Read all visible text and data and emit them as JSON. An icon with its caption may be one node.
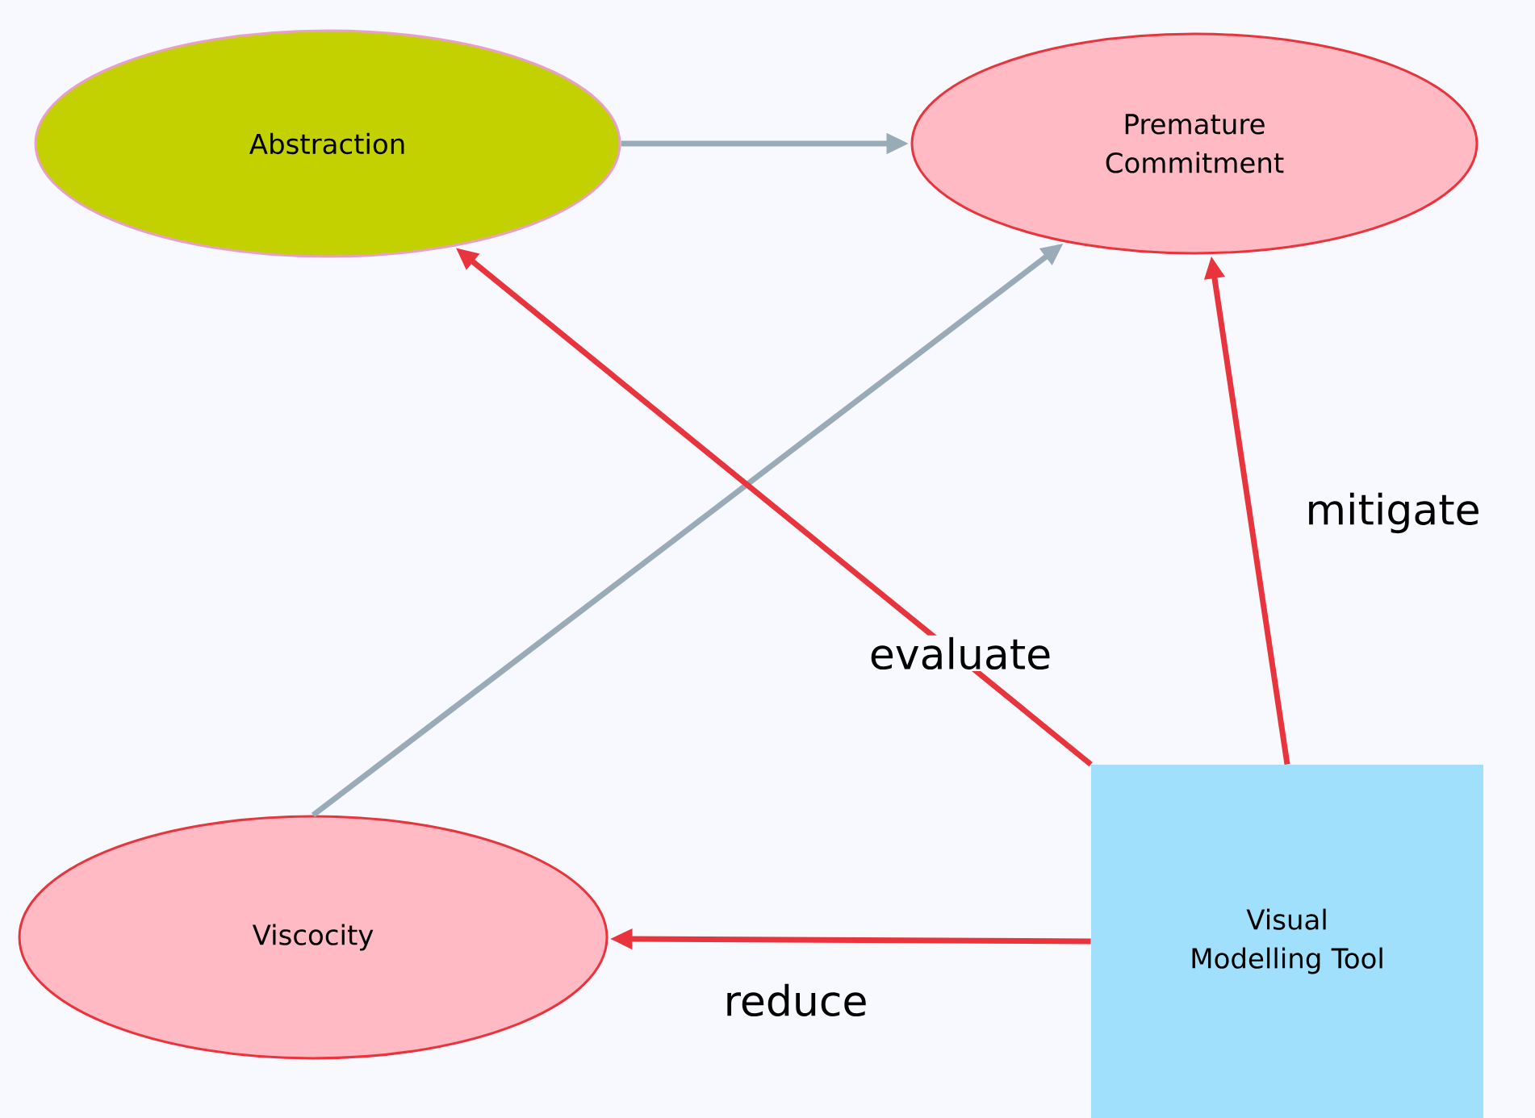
{
  "diagram": {
    "nodes": [
      {
        "text": [
          "Abstraction"
        ]
      },
      {
        "text": [
          "Premature Commitment"
        ]
      },
      {
        "text": [
          "Viscocity"
        ]
      },
      {
        "text": [
          "Visual Modelling Tool"
        ]
      }
    ],
    "edges": [
      {
        "from": 0,
        "to": 1,
        "arrow": "to",
        "color": "#9aabb8"
      },
      {
        "from": 2,
        "to": 1,
        "arrow": "to",
        "color": "#9aabb8"
      },
      {
        "from": 3,
        "to": 0,
        "arrow": "to",
        "label": "evaluate"
      },
      {
        "from": 3,
        "to": 1,
        "arrow": "to",
        "label": "mitigate"
      },
      {
        "from": 3,
        "to": 2,
        "arrow": "to",
        "label": "reduce"
      }
    ]
  }
}
